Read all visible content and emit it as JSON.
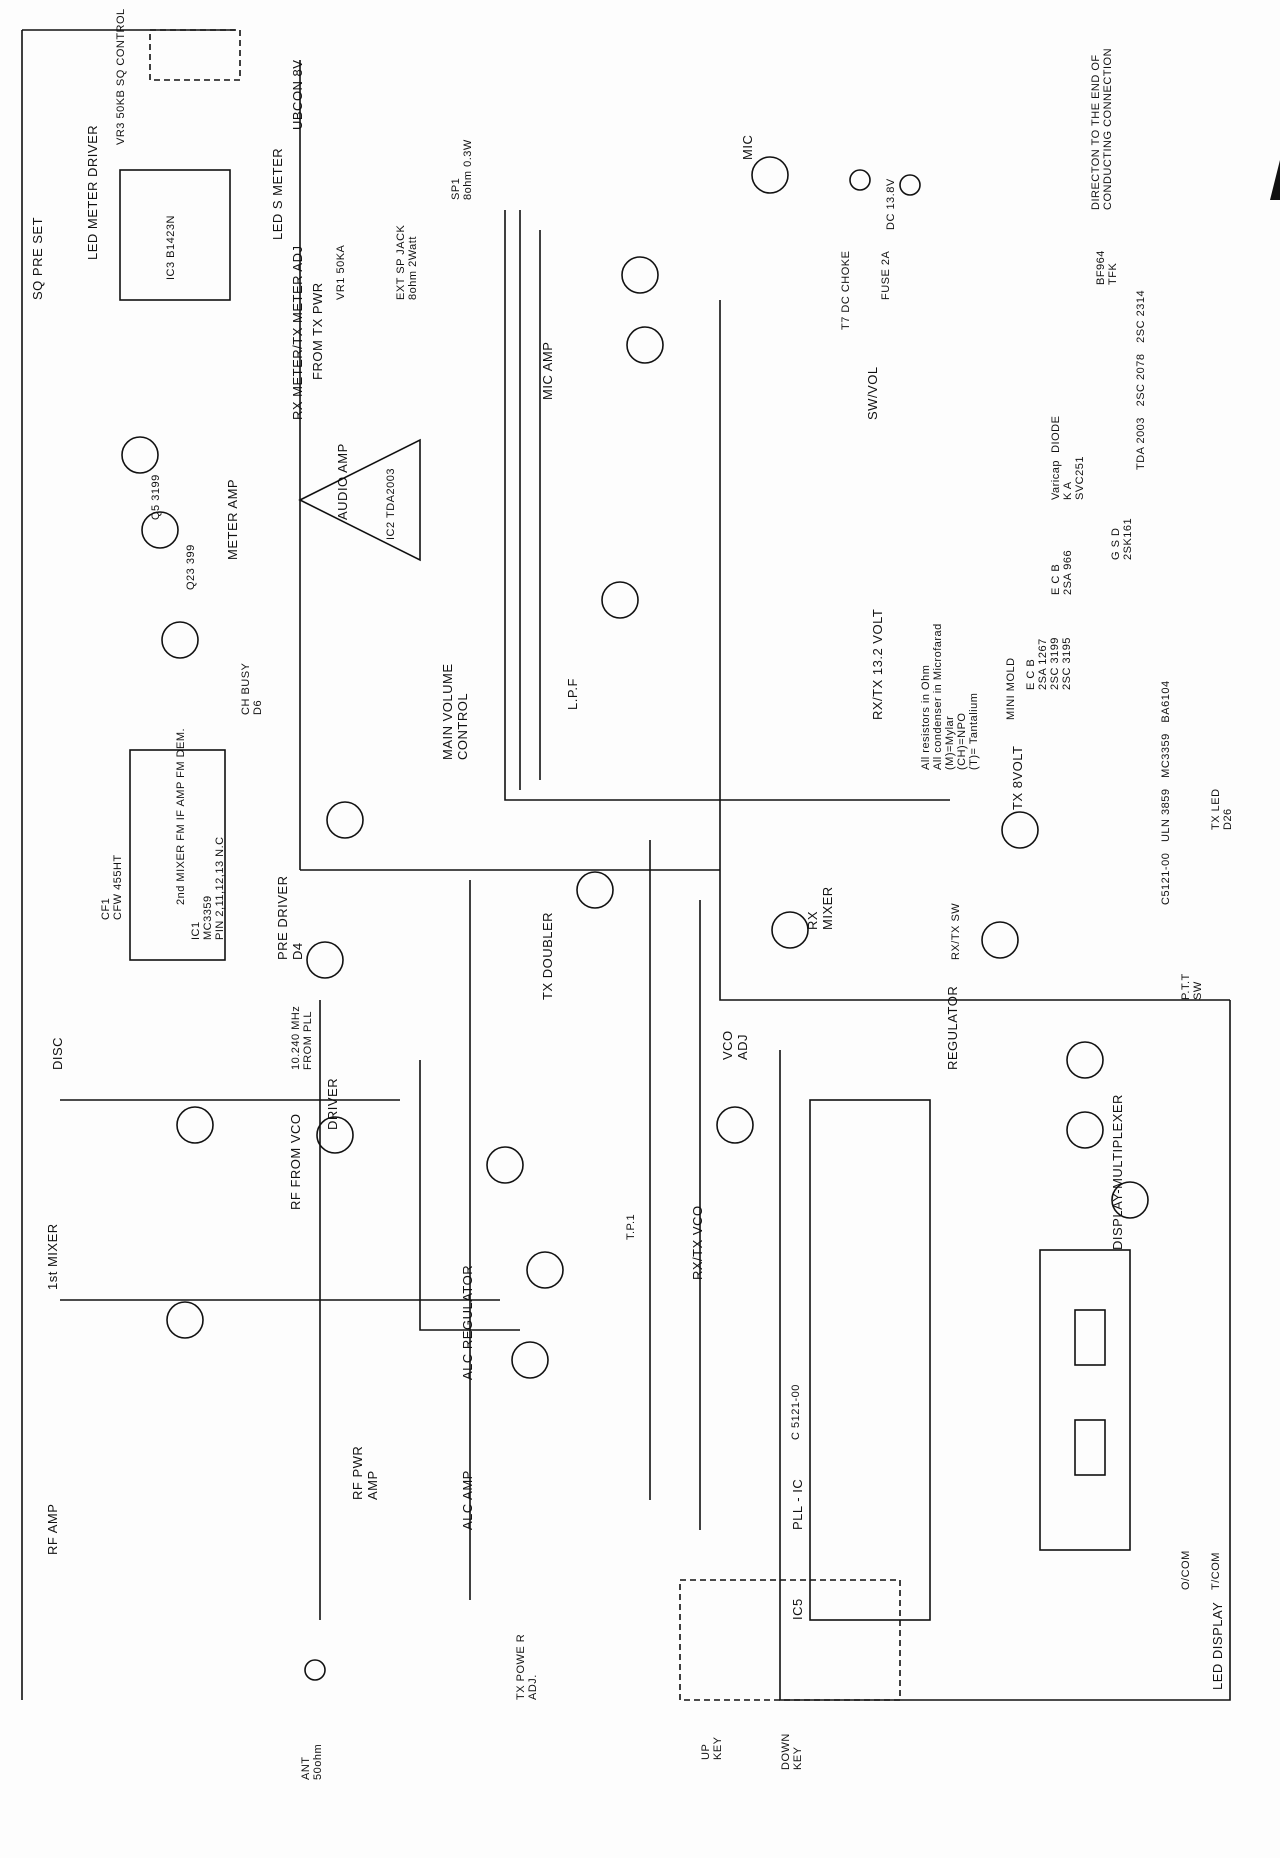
{
  "title_blocks": {
    "led_meter_driver": "LED METER DRIVER",
    "sq_pre_set": "SQ PRE SET",
    "sq_control": "VR3 50KB SQ CONTROL",
    "led_s_meter": "LED S METER",
    "ubcon": "UBCON 8V",
    "ic3": "IC3 B1423N",
    "meter_adj": "RX METER/TX METER ADJ",
    "from_tx_pwr": "FROM TX PWR",
    "vr1": "VR1 50KA",
    "ext_sp_jack": "EXT SP JACK\n8ohm 2Watt",
    "sp1": "SP1\n8ohm 0.3W",
    "mic": "MIC",
    "dc": "DC 13.8V",
    "fuse": "FUSE 2A",
    "dc_choke": "T7 DC CHOKE",
    "sw_vol": "SW/VOL",
    "direction_note": "DIRECTON TO THE END OF\nCONDUCTING CONNECTION",
    "audio_amp": "AUDIO AMP",
    "ic2": "IC2 TDA2003",
    "mic_amp": "MIC AMP",
    "meter_amp": "METER AMP",
    "q5": "Q5 3199",
    "q23": "Q23 399",
    "ch_busy": "CH BUSY\nD6",
    "main_volume": "MAIN VOLUME\nCONTROL",
    "lpf": "L.P.F",
    "rxtx_volt": "RX/TX 13.2 VOLT",
    "notes": "All resistors in Ohm\nAll condenser in Microfarad\n(M)=Mylar\n(CH)=NPO\n(T)= Tantalium",
    "mini_mold": "MINI MOLD",
    "mini_mold_parts": "E C B\n2SA 1267\n2SC 3199\n2SC 3195",
    "to92_parts": "E C B\n2SA 966",
    "varicap": "Varicap  DIODE\nK A\nSVC251",
    "jfet": "G S D\n2SK161",
    "power_parts": "TDA 2003   2SC 2078   2SC 2314",
    "bf964": "BF964\nTFK",
    "tx_8volt": "TX 8VOLT",
    "tx_led": "TX LED\nD26",
    "ic1": "IC1\nMC3359\nPIN 2,11,12,13 N.C",
    "ic1_func": "2nd MIXER FM IF AMP FM DEM.",
    "cf1": "CF1\nCFW 455HT",
    "pre_driver": "PRE DRIVER\nD4",
    "from_pll": "10.240 MHz\nFROM PLL",
    "tx_doubler": "TX DOUBLER",
    "rx_mixer": "RX\nMIXER",
    "vco_adj": "VCO\nADJ",
    "regulator": "REGULATOR",
    "disc": "DISC",
    "first_mixer": "1st MIXER",
    "rf_amp": "RF AMP",
    "driver": "DRIVER",
    "rf_from_vco": "RF FROM VCO",
    "alc_regulator": "ALC REGULATOR",
    "rf_pwr_amp": "RF PWR\nAMP",
    "alc_amp": "ALC AMP",
    "rxtx_vco": "RX/TX VCO",
    "pll_ic": "PLL - IC",
    "c5121": "C 5121-00",
    "ic5": "IC5",
    "display_mux": "DISPLAY-MULTIPLEXER",
    "led_display": "LED DISPLAY",
    "o_com": "O/COM",
    "t_com": "T/COM",
    "up_key": "UP\nKEY",
    "down_key": "DOWN\nKEY",
    "ant": "ANT\n50ohm",
    "tx_power_adj": "TX POWE R\nADJ.",
    "ptt": "P.T.T\nSW",
    "tp1": "T.P.1",
    "rx_tx_sw": "RX/TX SW",
    "ic_pinouts": "C5121-00   ULN 3859   MC3359   BA6104"
  },
  "colors": {
    "ink": "#111111",
    "paper": "#fdfdfd"
  }
}
